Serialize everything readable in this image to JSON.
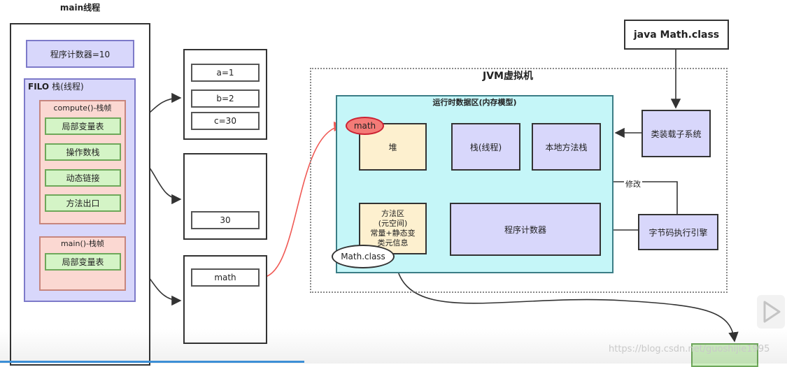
{
  "main_thread": {
    "title": "main线程",
    "program_counter": "程序计数器=10",
    "stack_title": "FILO",
    "stack_subtitle": "栈(线程)",
    "compute_frame": {
      "title": "compute()-栈帧",
      "items": [
        "局部变量表",
        "操作数栈",
        "动态链接",
        "方法出口"
      ]
    },
    "main_frame": {
      "title": "main()-栈帧",
      "items": [
        "局部变量表"
      ]
    }
  },
  "memory": {
    "locals": [
      "a=1",
      "b=2",
      "c=30"
    ],
    "operand": "30",
    "main_locals": "math"
  },
  "jvm": {
    "title": "JVM虚拟机",
    "runtime_area_title": "运行时数据区(内存模型)",
    "heap": "堆",
    "method_area_lines": [
      "方法区",
      "(元空间)",
      "常量+静态变",
      "类元信息"
    ],
    "thread_stack": "栈(线程)",
    "native_stack": "本地方法栈",
    "program_counter": "程序计数器",
    "math_object": "math",
    "math_class": "Math.class"
  },
  "java_command": "java Math.class",
  "classloader": "类装载子系统",
  "execution_engine": "字节码执行引擎",
  "modify_label": "修改",
  "watermark": "https://blog.csdn.net/guoshijie1995",
  "colors": {
    "thread_purple": "#d8d7fb",
    "frame_pink": "#fbd8d2",
    "item_green": "#d4f4c6",
    "runtime_cyan": "#c5f6f8",
    "heap_yellow": "#fdf0cf",
    "pointer_red": "#f05a55"
  }
}
